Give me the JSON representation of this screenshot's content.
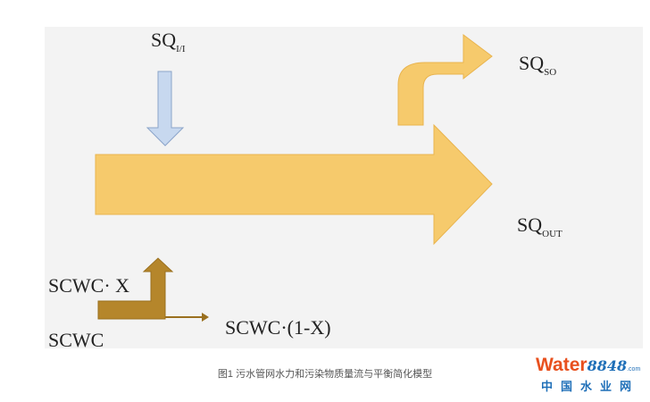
{
  "labels": {
    "sq_ii": {
      "main": "SQ",
      "sub": "I/I"
    },
    "sq_so": {
      "main": "SQ",
      "sub": "SO"
    },
    "sq_out": {
      "main": "SQ",
      "sub": "OUT"
    },
    "scwc_x": "SCWC· X",
    "scwc": "SCWC",
    "scwc_1x": "SCWC·(1-X)"
  },
  "caption": "图1 污水管网水力和污染物质量流与平衡简化模型",
  "watermark": {
    "word": "Water",
    "number": "8848",
    "domain": ".com",
    "chinese": "中国水业网"
  },
  "colors": {
    "band": "#f3f3f3",
    "main_arrow": "#f6ca6c",
    "main_arrow_stroke": "#e9b44e",
    "input_arrow": "#c7d8ef",
    "input_arrow_stroke": "#8ba4c9",
    "split_arrow": "#b5862b",
    "split_arrow_stroke": "#9a701f",
    "text": "#222222"
  }
}
